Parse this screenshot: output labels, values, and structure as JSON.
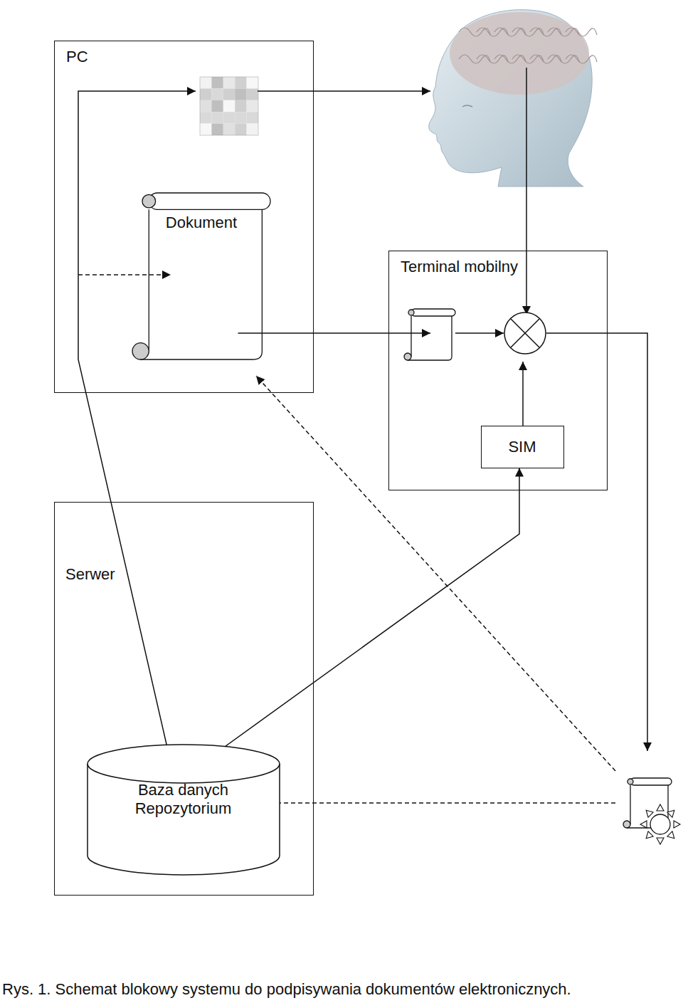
{
  "diagram": {
    "caption": "Rys. 1. Schemat blokowy systemu do podpisywania dokumentów elektronicznych.",
    "nodes": [
      {
        "text": [
          "PC"
        ]
      },
      {
        "text": [
          "Dokument"
        ],
        "in": 0
      },
      {
        "text": [
          "Terminal mobilny"
        ]
      },
      {
        "text": [
          "SIM"
        ],
        "in": 2
      },
      {
        "text": [
          "Serwer"
        ]
      },
      {
        "text": [
          "Baza danych Repozytorium"
        ],
        "in": 4
      }
    ],
    "edges": [
      {
        "from": 5,
        "to": 0,
        "arrow": "to"
      },
      {
        "from": 5,
        "to": 3,
        "arrow": "to"
      },
      {
        "from": 1,
        "to": 2,
        "arrow": "to"
      }
    ]
  }
}
